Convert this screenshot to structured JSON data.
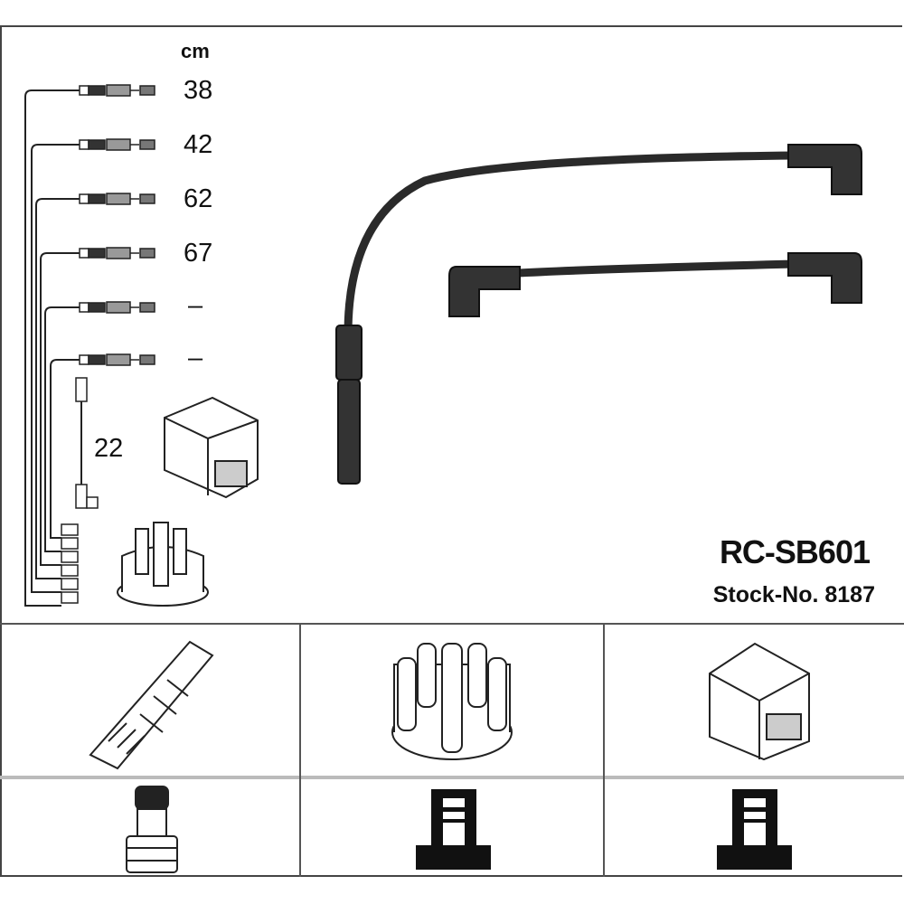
{
  "unit_label": "cm",
  "cable_lengths": [
    "38",
    "42",
    "62",
    "67",
    "–",
    "–"
  ],
  "coil_cable_length": "22",
  "product": {
    "code": "RC-SB601",
    "stock_number": "Stock-No. 8187"
  },
  "components": [
    "spark-plug",
    "distributor-cap",
    "ignition-coil"
  ],
  "connectors": [
    "spark-plug-connector",
    "distributor-connector",
    "coil-connector"
  ]
}
